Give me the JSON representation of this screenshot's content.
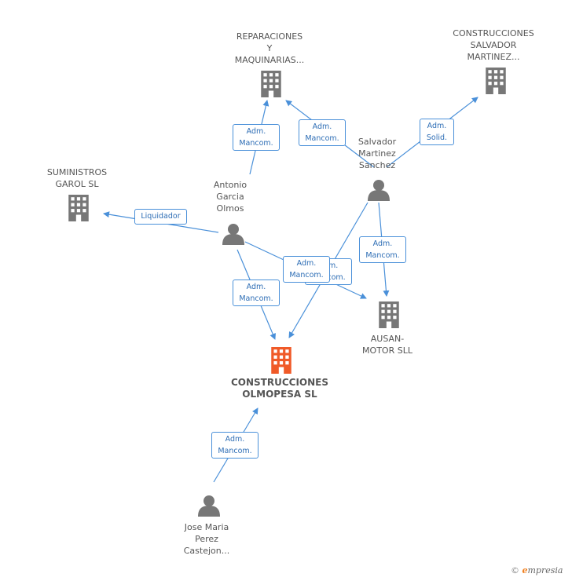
{
  "colors": {
    "edge": "#4a90d9",
    "company": "#777777",
    "main_company": "#f05a28",
    "person": "#777777"
  },
  "nodes": {
    "reparaciones": {
      "label": "REPARACIONES\nY\nMAQUINARIAS...",
      "icon": "building-icon"
    },
    "construcciones_salvador": {
      "label": "CONSTRUCCIONES\nSALVADOR\nMARTINEZ...",
      "icon": "building-icon"
    },
    "suministros": {
      "label": "SUMINISTROS\nGAROL SL",
      "icon": "building-icon"
    },
    "antonio": {
      "label": "Antonio\nGarcia\nOlmos",
      "icon": "person-icon"
    },
    "salvador": {
      "label": "Salvador\nMartinez\nSanchez",
      "icon": "person-icon"
    },
    "ausan": {
      "label": "AUSAN-\nMOTOR SLL",
      "icon": "building-icon"
    },
    "olmopesa": {
      "label": "CONSTRUCCIONES\nOLMOPESA SL",
      "icon": "building-icon"
    },
    "jose": {
      "label": "Jose Maria\nPerez\nCastejon...",
      "icon": "person-icon"
    }
  },
  "edges": {
    "antonio_reparaciones": "Adm.\nMancom.",
    "salvador_reparaciones": "Adm.\nMancom.",
    "salvador_construcciones": "Adm.\nSolid.",
    "antonio_suministros": "Liquidador",
    "salvador_ausan": "Adm.\nMancom.",
    "salvador_olmopesa": "Adm.\nMancom.",
    "antonio_ausan": "Adm.\nMancom.",
    "antonio_olmopesa": "Adm.\nMancom.",
    "jose_olmopesa": "Adm.\nMancom."
  },
  "brand": {
    "copyright": "©",
    "e": "e",
    "name": "mpresia"
  }
}
